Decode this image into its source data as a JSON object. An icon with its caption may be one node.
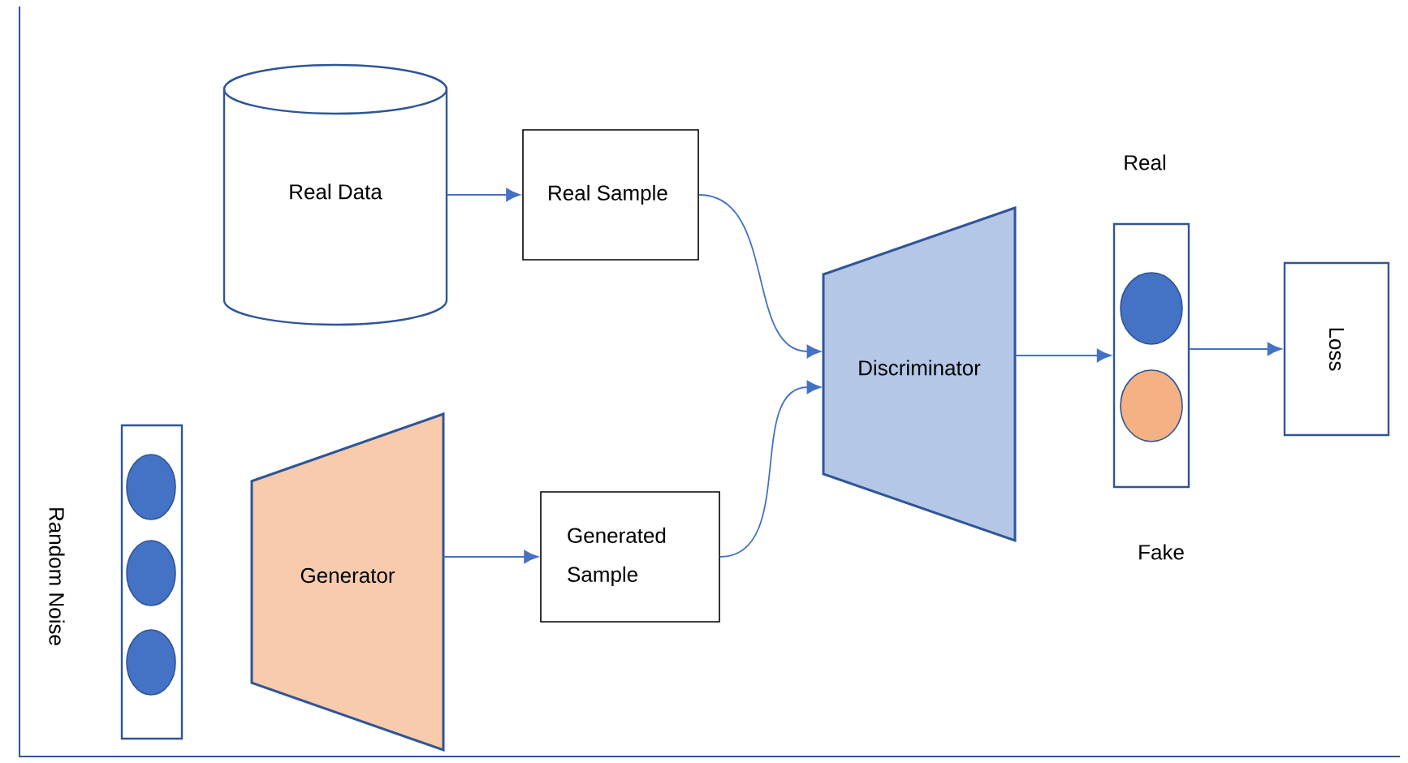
{
  "diagram": {
    "nodes": [
      {
        "text": [
          "Real Data"
        ]
      },
      {
        "text": [
          "Real Sample"
        ]
      },
      {
        "text": [],
        "shape": "box",
        "beside": [
          "Random Noise"
        ]
      },
      {
        "text": [],
        "shape": "circle",
        "in": 2
      },
      {
        "text": [],
        "shape": "circle",
        "in": 2
      },
      {
        "text": [],
        "shape": "circle",
        "in": 2
      },
      {
        "text": [
          "Generator"
        ]
      },
      {
        "text": [
          "Generated Sample"
        ]
      },
      {
        "text": [
          "Discriminator"
        ]
      },
      {
        "text": [],
        "shape": "box"
      },
      {
        "text": [],
        "shape": "circle",
        "in": 9
      },
      {
        "text": [],
        "shape": "circle",
        "in": 9
      },
      {
        "text": [
          "Loss"
        ]
      }
    ],
    "edges": [
      {
        "from": 0,
        "to": 1,
        "arrow": "to"
      },
      {
        "from": 1,
        "to": 8,
        "arrow": "to"
      },
      {
        "from": 6,
        "to": 7,
        "arrow": "to"
      },
      {
        "from": 7,
        "to": 8,
        "arrow": "to"
      },
      {
        "from": 8,
        "to": 9,
        "arrow": "to"
      },
      {
        "from": 9,
        "to": 12,
        "arrow": "to"
      }
    ],
    "labels": [
      "Real",
      "Fake"
    ]
  }
}
